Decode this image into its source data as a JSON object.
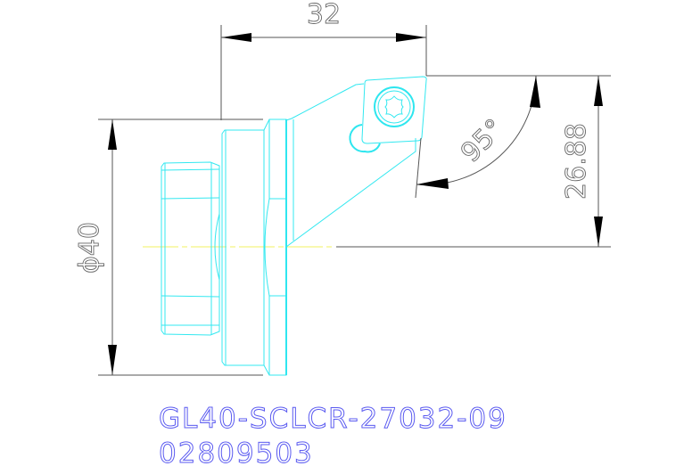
{
  "drawing": {
    "dimensions": {
      "length": "32",
      "diameter": "ϕ40",
      "height": "26.88",
      "angle": "95°"
    },
    "part_number": "GL40-SCLCR-27032-09",
    "order_number": "02809503",
    "colors": {
      "geometry": "#33e8f0",
      "centerline": "#f0f060",
      "dimension": "#555555",
      "label": "#5a5af0"
    }
  }
}
